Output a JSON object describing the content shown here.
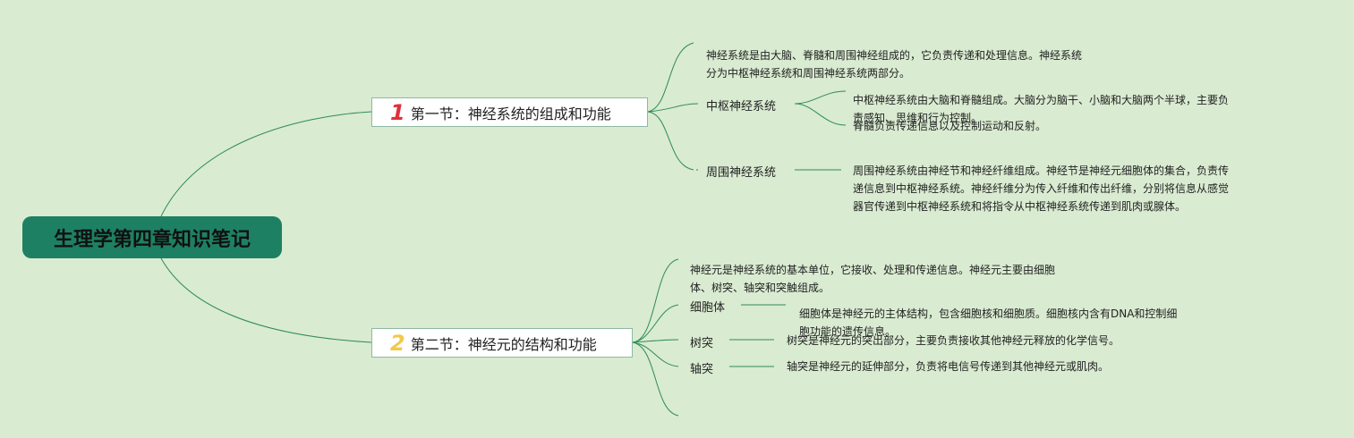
{
  "root": {
    "title": "生理学第四章知识笔记"
  },
  "sections": [
    {
      "number": "1",
      "number_color": "#e0303c",
      "title": "第一节：神经系统的组成和功能",
      "intro": "神经系统是由大脑、脊髓和周围神经组成的，它负责传递和处理信息。神经系统\n分为中枢神经系统和周围神经系统两部分。",
      "children": [
        {
          "label": "中枢神经系统",
          "details": [
            "中枢神经系统由大脑和脊髓组成。大脑分为脑干、小脑和大脑两个半球，主要负\n责感知、思维和行为控制。",
            "脊髓负责传递信息以及控制运动和反射。"
          ]
        },
        {
          "label": "周围神经系统",
          "details": [
            "周围神经系统由神经节和神经纤维组成。神经节是神经元细胞体的集合，负责传\n递信息到中枢神经系统。神经纤维分为传入纤维和传出纤维，分别将信息从感觉\n器官传递到中枢神经系统和将指令从中枢神经系统传递到肌肉或腺体。"
          ]
        }
      ]
    },
    {
      "number": "2",
      "number_color": "#f2c94c",
      "title": "第二节：神经元的结构和功能",
      "intro": "神经元是神经系统的基本单位，它接收、处理和传递信息。神经元主要由细胞\n体、树突、轴突和突触组成。",
      "children": [
        {
          "label": "细胞体",
          "details": [
            "细胞体是神经元的主体结构，包含细胞核和细胞质。细胞核内含有DNA和控制细\n胞功能的遗传信息。"
          ]
        },
        {
          "label": "树突",
          "details": [
            "树突是神经元的突出部分，主要负责接收其他神经元释放的化学信号。"
          ]
        },
        {
          "label": "轴突",
          "details": [
            "轴突是神经元的延伸部分，负责将电信号传递到其他神经元或肌肉。"
          ]
        }
      ]
    }
  ],
  "colors": {
    "line": "#2e8b57",
    "root_bg": "#1e8063",
    "background": "#d9ebd1"
  }
}
